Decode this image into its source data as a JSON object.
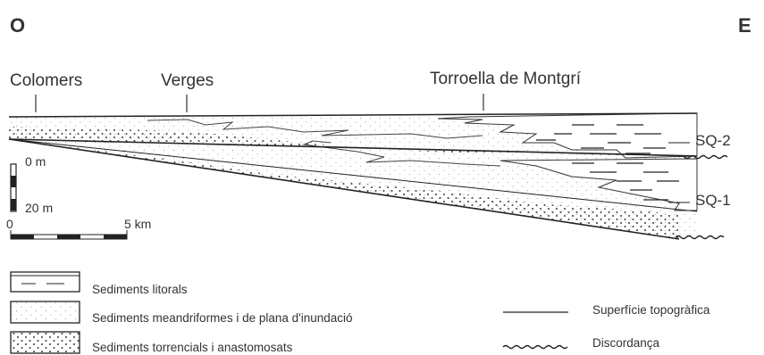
{
  "orientation": {
    "west": "O",
    "east": "E"
  },
  "places": [
    "Colomers",
    "Verges",
    "Torroella de Montgrí"
  ],
  "sequences": [
    "SQ-2",
    "SQ-1"
  ],
  "vertical_scale": {
    "top": "0 m",
    "bottom": "20 m"
  },
  "horizontal_scale": {
    "start": "0",
    "end": "5 km"
  },
  "legend": {
    "litoral": "Sediments litorals",
    "meandriformes": "Sediments meandriformes i de plana d'inundació",
    "torrencials": "Sediments torrencials i anastomosats",
    "topografica": "Superfície topogràfica",
    "discordanca": "Discordança"
  },
  "icons": [
    "scale-bar-icon",
    "wavy-line-icon",
    "straight-line-icon"
  ]
}
